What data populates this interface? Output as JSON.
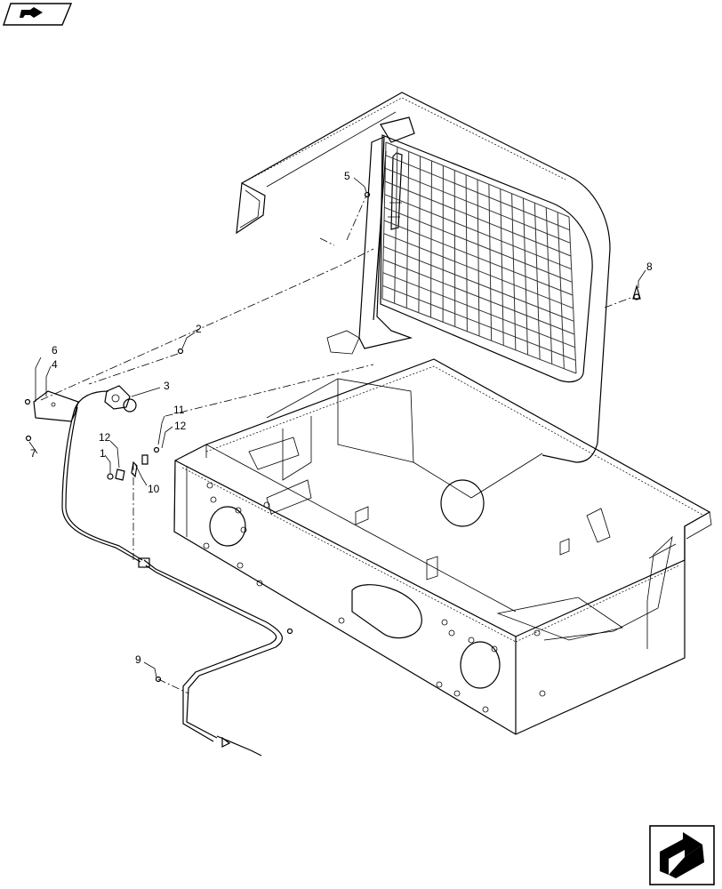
{
  "callouts": [
    {
      "id": "1",
      "text": "1"
    },
    {
      "id": "2",
      "text": "2"
    },
    {
      "id": "3",
      "text": "3"
    },
    {
      "id": "4",
      "text": "4"
    },
    {
      "id": "5",
      "text": "5"
    },
    {
      "id": "6",
      "text": "6"
    },
    {
      "id": "7",
      "text": "7"
    },
    {
      "id": "8",
      "text": "8"
    },
    {
      "id": "9",
      "text": "9"
    },
    {
      "id": "10",
      "text": "10"
    },
    {
      "id": "11",
      "text": "11"
    },
    {
      "id": "12a",
      "text": "12"
    },
    {
      "id": "12b",
      "text": "12"
    }
  ],
  "icons": {
    "top_nav": "back-arrow-icon",
    "bottom_nav": "next-page-arrow-icon"
  }
}
